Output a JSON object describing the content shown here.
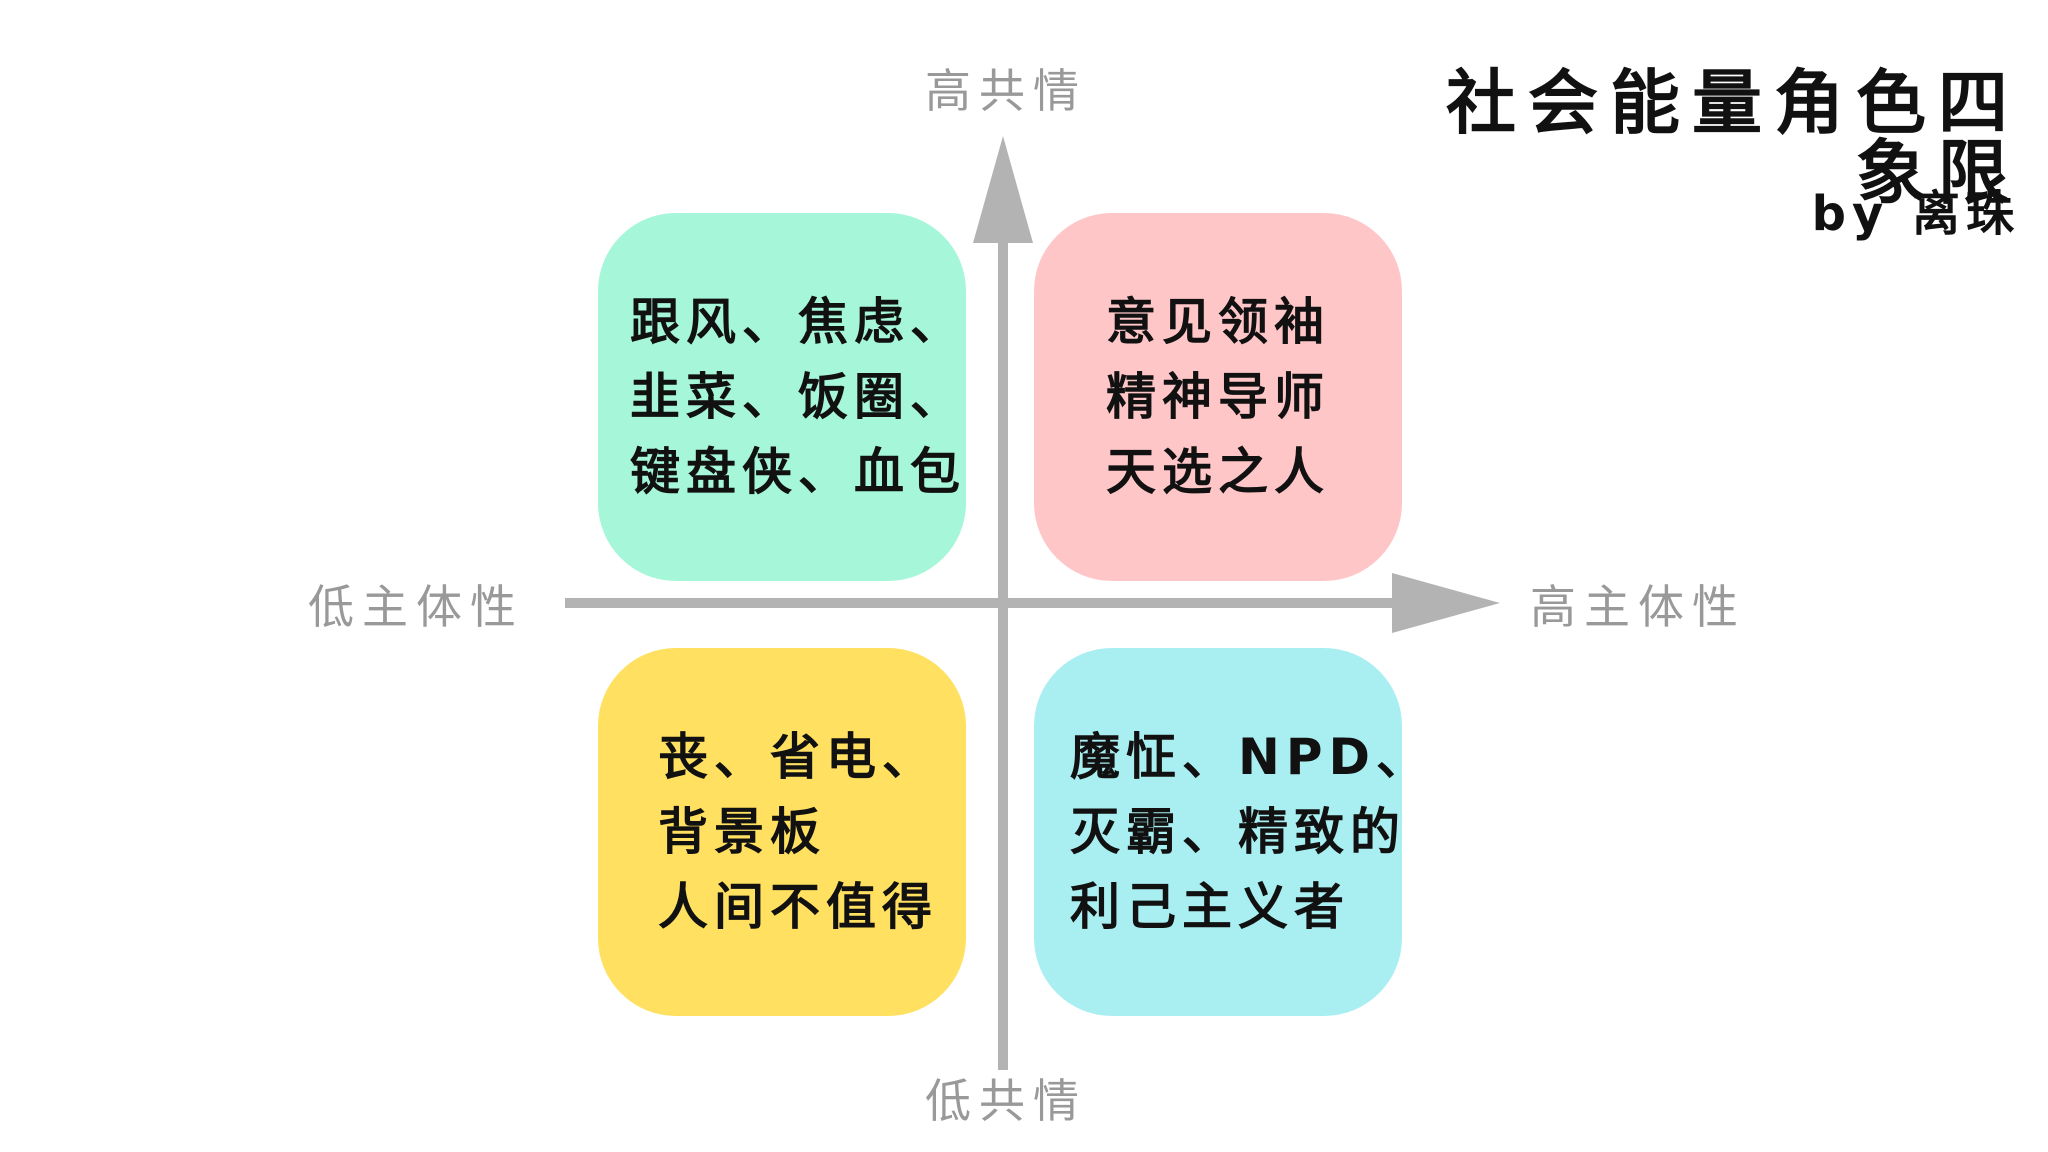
{
  "title": "社会能量角色四象限",
  "byline": "by 离珠",
  "axes": {
    "top": "高共情",
    "bottom": "低共情",
    "left": "低主体性",
    "right": "高主体性",
    "color": "#b3b3b3"
  },
  "quadrants": {
    "top_left": {
      "color": "#a6f6d9",
      "lines": [
        "跟风、焦虑、",
        "韭菜、饭圈、",
        "键盘侠、血包"
      ]
    },
    "top_right": {
      "color": "#ffc6c8",
      "lines": [
        "意见领袖",
        "精神导师",
        "天选之人"
      ]
    },
    "bottom_left": {
      "color": "#ffe060",
      "lines": [
        "丧、省电、",
        "背景板",
        "人间不值得"
      ]
    },
    "bottom_right": {
      "color": "#a9eff2",
      "lines": [
        "魔怔、NPD、",
        "灭霸、精致的",
        "利己主义者"
      ]
    }
  }
}
